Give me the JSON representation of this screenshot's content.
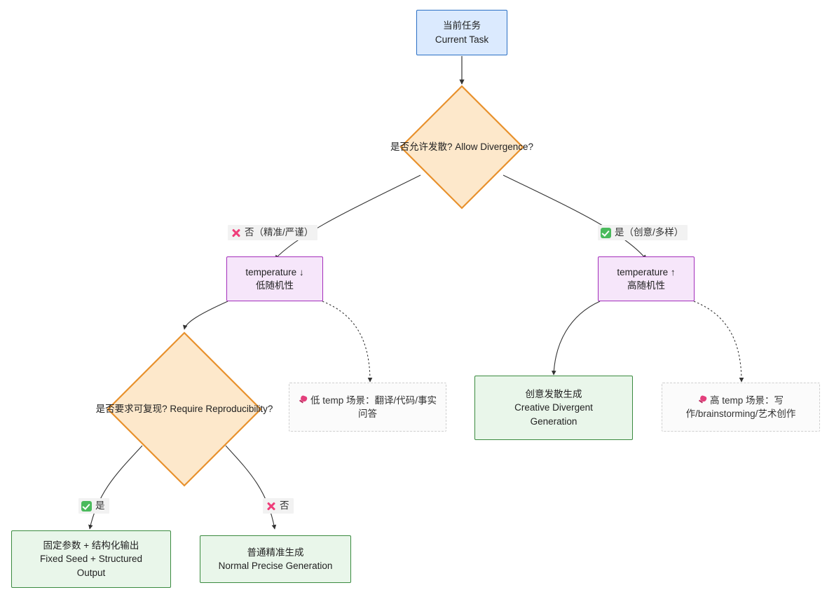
{
  "diagram": {
    "type": "flowchart",
    "direction": "top-down",
    "background": "#ffffff",
    "palette": {
      "start_fill": "#dbeafe",
      "start_stroke": "#2a6fc4",
      "decision_fill": "#fde8cb",
      "decision_stroke": "#e8912d",
      "param_fill": "#f6e6fa",
      "param_stroke": "#a32dbb",
      "result_fill": "#e9f6ea",
      "result_stroke": "#3a8a3f",
      "note_fill": "#fbfbfb",
      "note_stroke": "#cfcfcf",
      "edge_stroke": "#333333",
      "label_bg": "#f2f2f2"
    }
  },
  "nodes": {
    "start": {
      "id": "current-task",
      "shape": "rect",
      "line_cn": "当前任务",
      "line_en": "Current Task"
    },
    "decision_divergence": {
      "id": "allow-divergence",
      "shape": "diamond",
      "line_cn": "是否允许发散?",
      "line_en": "Allow Divergence?"
    },
    "temp_low": {
      "id": "temperature-low",
      "shape": "rect",
      "line_en": "temperature ↓",
      "line_cn": "低随机性"
    },
    "temp_high": {
      "id": "temperature-high",
      "shape": "rect",
      "line_en": "temperature ↑",
      "line_cn": "高随机性"
    },
    "decision_repro": {
      "id": "require-reproducibility",
      "shape": "diamond",
      "line_cn": "是否要求可复现?",
      "line_en": "Require Reproducibility?"
    },
    "note_low": {
      "id": "low-temp-scenarios",
      "shape": "note",
      "icon": "pushpin-icon",
      "text": "低 temp 场景：翻译/代码/事实问答"
    },
    "note_high": {
      "id": "high-temp-scenarios",
      "shape": "note",
      "icon": "pushpin-icon",
      "text": "高 temp 场景：写作/brainstorming/艺术创作"
    },
    "result_creative": {
      "id": "creative-divergent-generation",
      "shape": "rect",
      "line_cn": "创意发散生成",
      "line_en1": "Creative Divergent",
      "line_en2": "Generation"
    },
    "result_fixed": {
      "id": "fixed-seed-structured-output",
      "shape": "rect",
      "line_cn": "固定参数 + 结构化输出",
      "line_en1": "Fixed Seed + Structured",
      "line_en2": "Output"
    },
    "result_normal": {
      "id": "normal-precise-generation",
      "shape": "rect",
      "line_cn": "普通精准生成",
      "line_en": "Normal Precise Generation"
    }
  },
  "edge_labels": {
    "no_precise": {
      "icon": "cross-mark-icon",
      "text": "否（精准/严谨）"
    },
    "yes_creative": {
      "icon": "check-mark-icon",
      "text": "是（创意/多样）"
    },
    "yes_short": {
      "icon": "check-mark-icon",
      "text": "是"
    },
    "no_short": {
      "icon": "cross-mark-icon",
      "text": "否"
    }
  }
}
